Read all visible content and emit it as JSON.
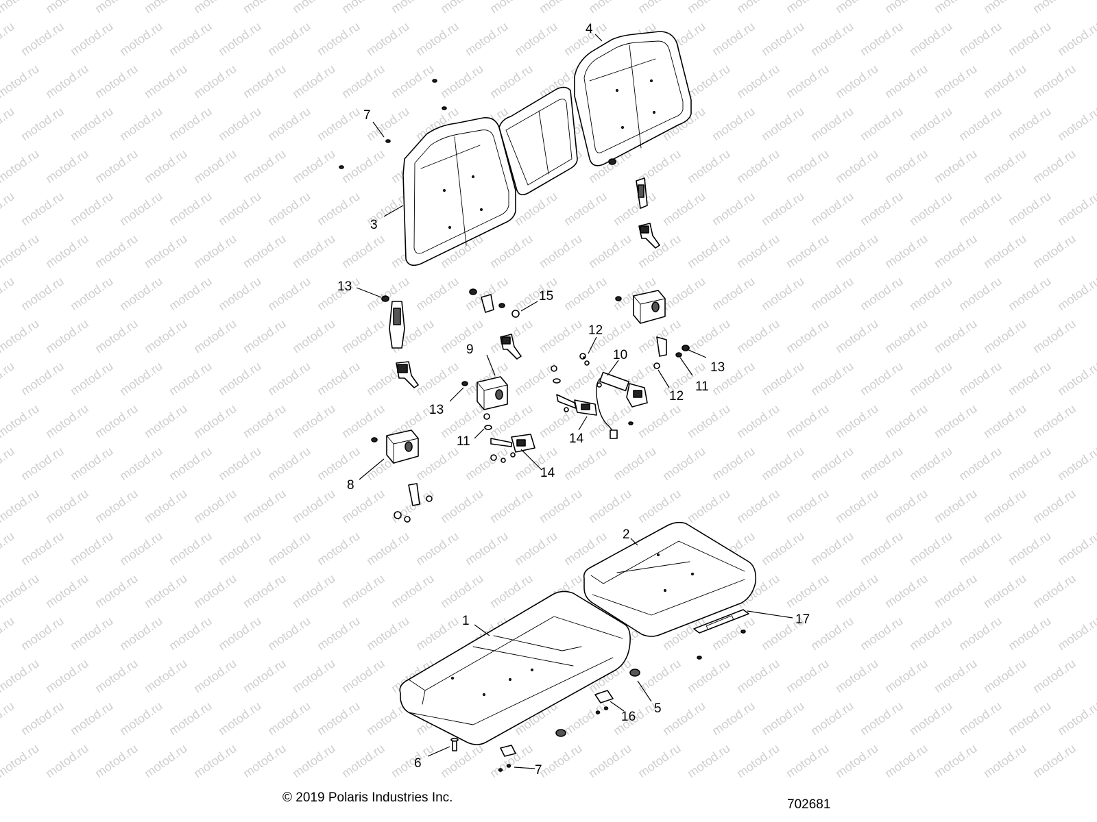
{
  "watermark_text": "motod.ru",
  "copyright": "© 2019 Polaris Industries Inc.",
  "diagram_number": "702681",
  "callouts": {
    "c1": "1",
    "c2": "2",
    "c3": "3",
    "c4": "4",
    "c5": "5",
    "c6": "6",
    "c7a": "7",
    "c7b": "7",
    "c8": "8",
    "c9": "9",
    "c10": "10",
    "c11a": "11",
    "c11b": "11",
    "c12a": "12",
    "c12b": "12",
    "c13a": "13",
    "c13b": "13",
    "c13c": "13",
    "c14a": "14",
    "c14b": "14",
    "c15": "15",
    "c16": "16",
    "c17": "17"
  }
}
